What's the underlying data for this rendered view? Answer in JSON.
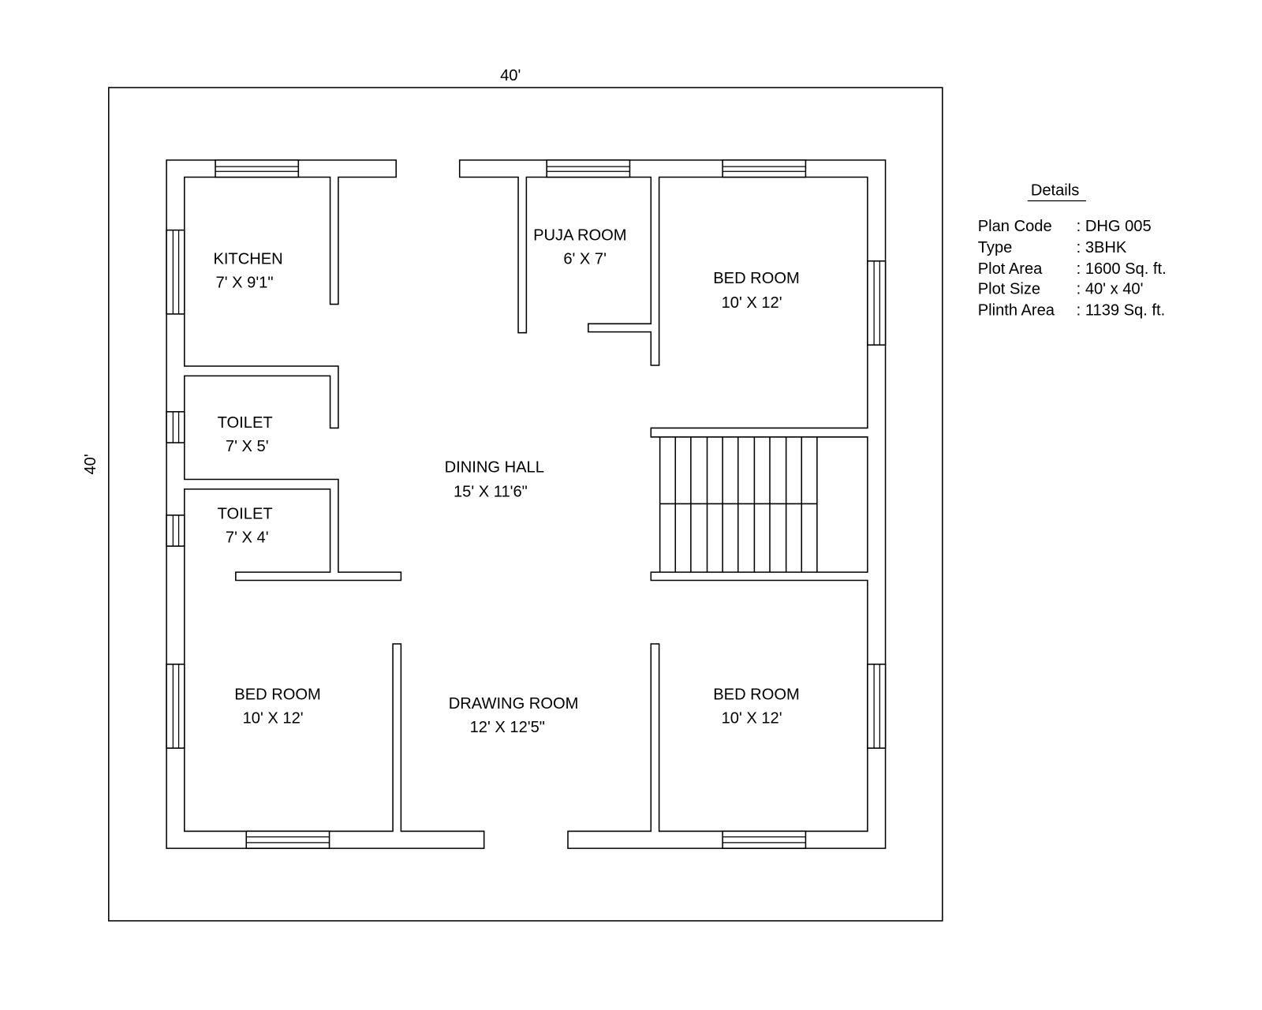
{
  "plot": {
    "width_label": "40'",
    "height_label": "40'"
  },
  "rooms": [
    {
      "name": "KITCHEN",
      "size": "7' X 9'1\""
    },
    {
      "name": "TOILET",
      "size": "7' X 5'"
    },
    {
      "name": "TOILET",
      "size": "7' X 4'"
    },
    {
      "name": "PUJA ROOM",
      "size": "6' X 7'"
    },
    {
      "name": "BED ROOM",
      "size": "10' X 12'"
    },
    {
      "name": "DINING HALL",
      "size": "15' X 11'6\""
    },
    {
      "name": "BED ROOM",
      "size": "10' X 12'"
    },
    {
      "name": "DRAWING ROOM",
      "size": "12' X 12'5\""
    },
    {
      "name": "BED ROOM",
      "size": "10' X 12'"
    }
  ],
  "details": {
    "title": "Details",
    "rows": [
      {
        "label": "Plan Code",
        "value": ": DHG 005"
      },
      {
        "label": "Type",
        "value": ": 3BHK"
      },
      {
        "label": "Plot Area",
        "value": ": 1600 Sq. ft."
      },
      {
        "label": "Plot Size",
        "value": ": 40' x 40'"
      },
      {
        "label": "Plinth Area",
        "value": ": 1139 Sq. ft."
      }
    ]
  }
}
